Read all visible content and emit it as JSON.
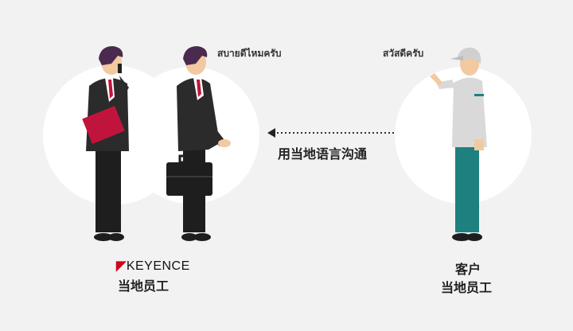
{
  "speech": {
    "staff": "สบายดีไหมครับ",
    "customer": "สวัสดีครับ"
  },
  "arrow_label": "用当地语言沟通",
  "left_caption": {
    "brand": "KEYENCE",
    "role": "当地员工"
  },
  "right_caption": {
    "line1": "客户",
    "line2": "当地员工"
  },
  "colors": {
    "background": "#f2f2f2",
    "circle": "#ffffff",
    "suit": "#2b2b2b",
    "hair": "#4a2a4e",
    "tie": "#c0143c",
    "skin": "#f2c9a0",
    "folder": "#c0143c",
    "uniform": "#d9d9d9",
    "pants": "#1f8080",
    "brand_red": "#d0021b"
  }
}
